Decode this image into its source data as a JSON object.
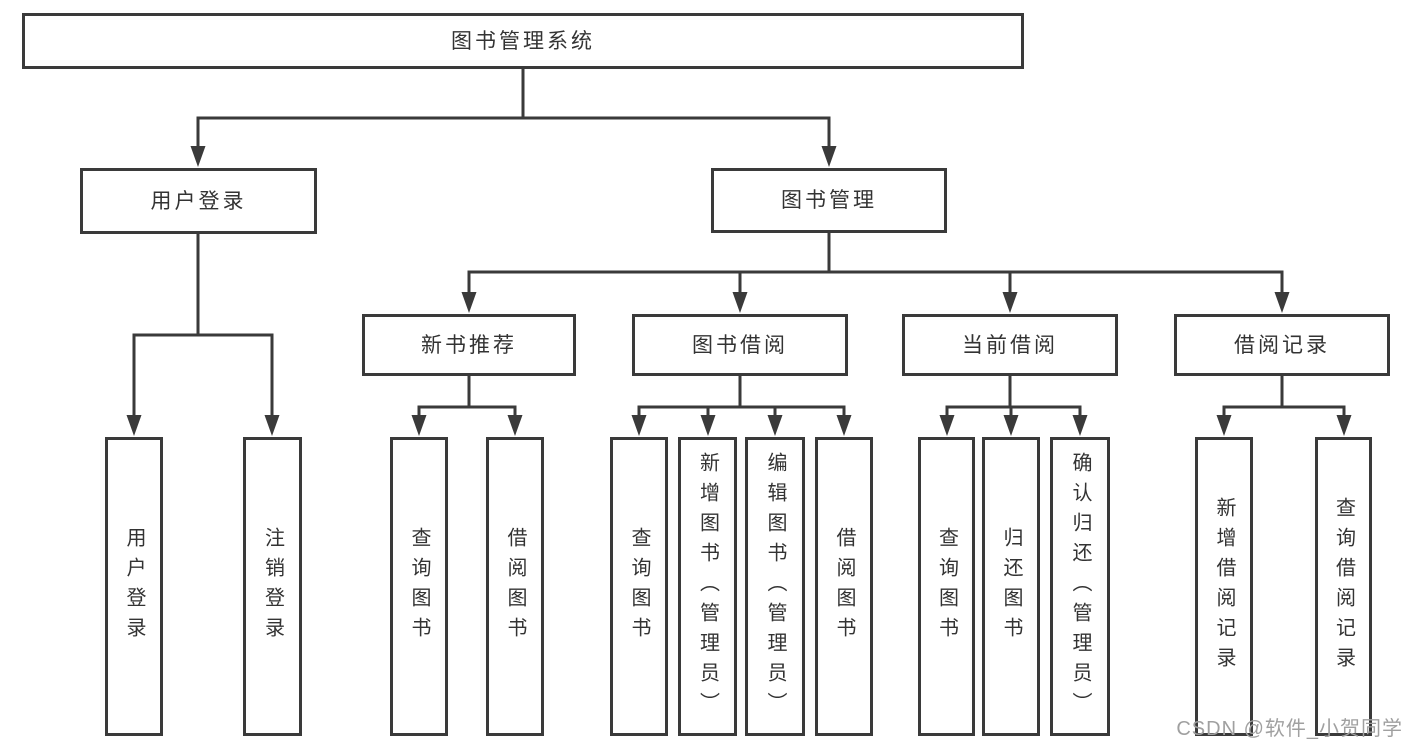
{
  "colors": {
    "background": "#ffffff",
    "line": "#3a3a3a",
    "box_border": "#3a3a3a",
    "box_fill": "#ffffff",
    "text": "#333333",
    "watermark": "#a0a0a0"
  },
  "watermark": {
    "text": "CSDN @软件_小贺同学"
  },
  "nodes": {
    "root": {
      "label": "图书管理系统"
    },
    "level2": [
      {
        "label": "用户登录"
      },
      {
        "label": "图书管理"
      }
    ],
    "level3": [
      {
        "label": "新书推荐",
        "parent": "图书管理"
      },
      {
        "label": "图书借阅",
        "parent": "图书管理"
      },
      {
        "label": "当前借阅",
        "parent": "图书管理"
      },
      {
        "label": "借阅记录",
        "parent": "图书管理"
      }
    ],
    "leaves": [
      {
        "label": "用户登录",
        "parent": "用户登录"
      },
      {
        "label": "注销登录",
        "parent": "用户登录"
      },
      {
        "label": "查询图书",
        "parent": "新书推荐"
      },
      {
        "label": "借阅图书",
        "parent": "新书推荐"
      },
      {
        "label": "查询图书",
        "parent": "图书借阅"
      },
      {
        "label": "新增图书（管理员）",
        "parent": "图书借阅"
      },
      {
        "label": "编辑图书（管理员）",
        "parent": "图书借阅"
      },
      {
        "label": "借阅图书",
        "parent": "图书借阅"
      },
      {
        "label": "查询图书",
        "parent": "当前借阅"
      },
      {
        "label": "归还图书",
        "parent": "当前借阅"
      },
      {
        "label": "确认归还（管理员）",
        "parent": "当前借阅"
      },
      {
        "label": "新增借阅记录",
        "parent": "借阅记录"
      },
      {
        "label": "查询借阅记录",
        "parent": "借阅记录"
      }
    ]
  }
}
